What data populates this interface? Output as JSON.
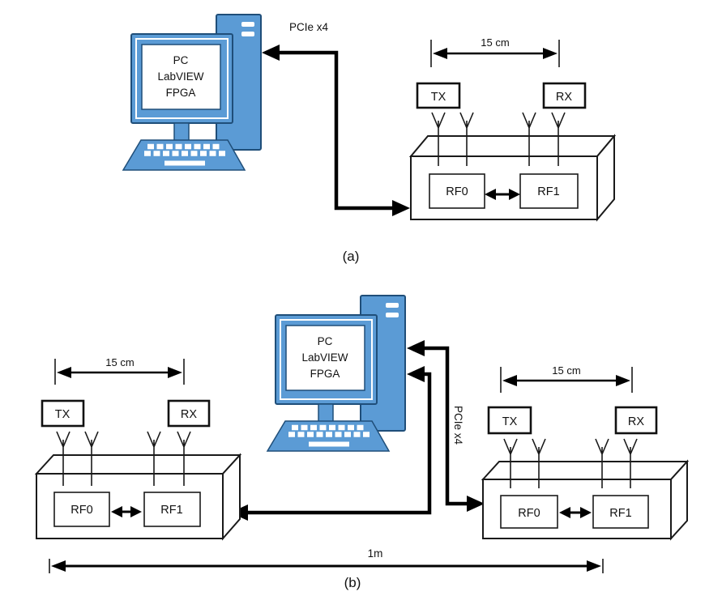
{
  "colors": {
    "device_blue": "#5B9BD5",
    "device_blue_dark": "#1F4E79",
    "line_black": "#000000"
  },
  "section_a": {
    "caption": "(a)",
    "pc": {
      "line1": "PC",
      "line2": "LabVIEW",
      "line3": "FPGA"
    },
    "pcie_label": "PCIe x4",
    "unit": {
      "separation": "15 cm",
      "tx": "TX",
      "rx": "RX",
      "rf0": "RF0",
      "rf1": "RF1"
    }
  },
  "section_b": {
    "caption": "(b)",
    "pc": {
      "line1": "PC",
      "line2": "LabVIEW",
      "line3": "FPGA"
    },
    "pcie_label": "PCIe x4",
    "left_unit": {
      "separation": "15 cm",
      "tx": "TX",
      "rx": "RX",
      "rf0": "RF0",
      "rf1": "RF1"
    },
    "right_unit": {
      "separation": "15 cm",
      "tx": "TX",
      "rx": "RX",
      "rf0": "RF0",
      "rf1": "RF1"
    },
    "distance": "1m"
  }
}
